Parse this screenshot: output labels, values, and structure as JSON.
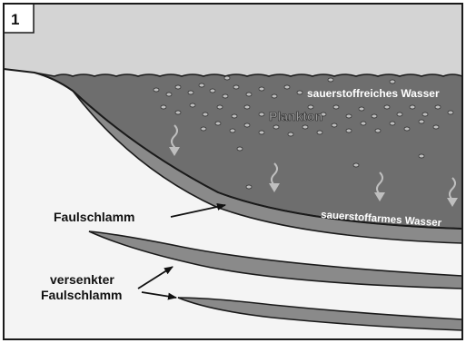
{
  "panel_number": "1",
  "labels": {
    "oxygen_rich_water": "sauerstoffreiches Wasser",
    "plankton": "Plankton",
    "oxygen_poor_water": "sauerstoffarmes Wasser",
    "sludge": "Faulschlamm",
    "buried_sludge_line1": "versenkter",
    "buried_sludge_line2": "Faulschlamm"
  },
  "colors": {
    "sky": "#d4d4d4",
    "water": "#6e6e6e",
    "sediment": "#8a8a8a",
    "ground": "#f4f4f4",
    "outline": "#1a1a1a",
    "particle": "#bfbfbf"
  }
}
